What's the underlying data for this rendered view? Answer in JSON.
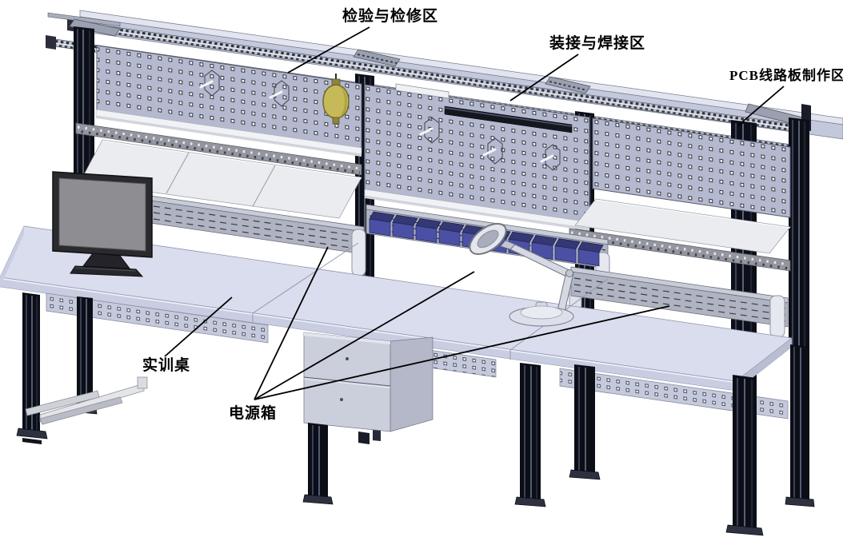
{
  "diagram": {
    "kind": "annotated 3D CAD view of an electronics training workbench",
    "labels": {
      "inspection_area": "检验与检修区",
      "welding_area": "装接与焊接区",
      "pcb_area": "PCB线路板制作区",
      "training_desk": "实训桌",
      "power_box": "电源箱"
    },
    "colors": {
      "pegboard": "#b4b9cf",
      "desk_top": "#dadded",
      "shelf": "#eaecef",
      "frame_dark": "#0d0f17",
      "power_box": "#b0b4c2",
      "bins": "#4b50a4",
      "tool_balancer": "#c6ba58",
      "annotation": "#000000"
    }
  }
}
